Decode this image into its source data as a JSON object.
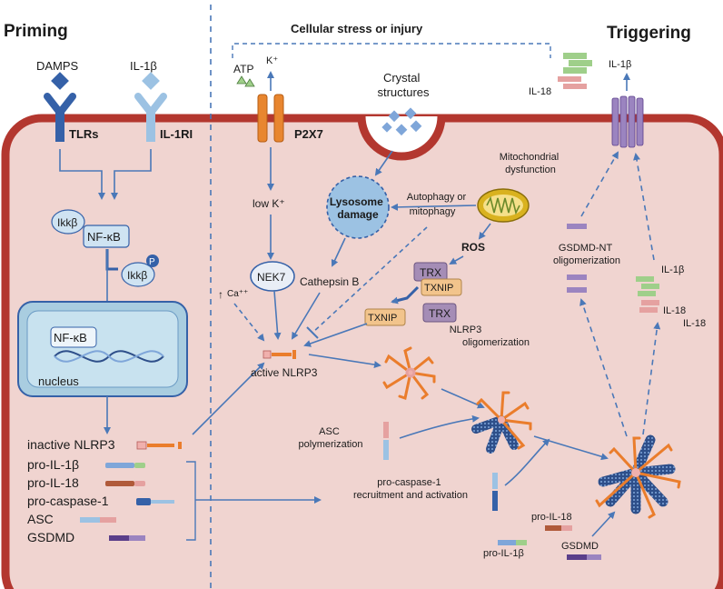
{
  "sections": {
    "priming": "Priming",
    "triggering": "Triggering",
    "stress": "Cellular stress or injury"
  },
  "receptors": {
    "damps": "DAMPS",
    "il1b": "IL-1β",
    "tlrs": "TLRs",
    "il1ri": "IL-1RI",
    "atp": "ATP",
    "k_out": "K⁺",
    "p2x7": "P2X7"
  },
  "priming": {
    "ikkb": "Ikkβ",
    "nfkb": "NF-κB",
    "ikkb_p": "Ikkβ",
    "p": "P",
    "nucleus_nfkb": "NF-κB",
    "nucleus": "nucleus",
    "products": [
      "inactive NLRP3",
      "pro-IL-1β",
      "pro-IL-18",
      "pro-caspase-1",
      "ASC",
      "GSDMD"
    ]
  },
  "pathway": {
    "crystal": "Crystal\nstructures",
    "mito": "Mitochondrial\ndysfunction",
    "autophagy": "Autophagy or\nmitophagy",
    "lysosome": "Lysosome\ndamage",
    "ros": "ROS",
    "trx": "TRX",
    "txnip": "TXNIP",
    "txnip2": "TXNIP",
    "trx2": "TRX",
    "low_k": "low  K⁺",
    "nek7": "NEK7",
    "ca": "Ca⁺⁺",
    "cathepsin": "Cathepsin B",
    "active_nlrp3": "active NLRP3",
    "nlrp3_olig": "NLRP3\noligomerization",
    "asc_poly": "ASC\npolymerization",
    "procasp": "pro-caspase-1\nrecruitment and activation",
    "gsdmd_nt": "GSDMD-NT\noligomerization",
    "pro_il18": "pro-IL-18",
    "pro_il1b": "pro-IL-1β",
    "gsdmd": "GSDMD"
  },
  "release": {
    "il1b_top": "IL-1β",
    "il18_top": "IL-18",
    "il1b_right": "IL-1β",
    "il18_right_a": "IL-18",
    "il18_right_b": "IL-18"
  },
  "colors": {
    "cell_fill": "#f0d4d0",
    "membrane": "#b3372f",
    "arrow": "#4a78b8",
    "nfkb_fill": "#cfe3f2",
    "nucleus_fill": "#c8e2ef",
    "receptor_dark": "#3561a8",
    "receptor_light": "#9cc2e3",
    "p2x7": "#e8862f",
    "mito": "#d9b21f",
    "trx": "#a58db6",
    "txnip": "#f2c48c",
    "nlrp3": "#ea7d2c",
    "asc": "#2e4f8a",
    "il1b_green": "#9fcf8a",
    "il18_pink": "#e5a1a0",
    "gsdmd_purple": "#9b84c0"
  }
}
